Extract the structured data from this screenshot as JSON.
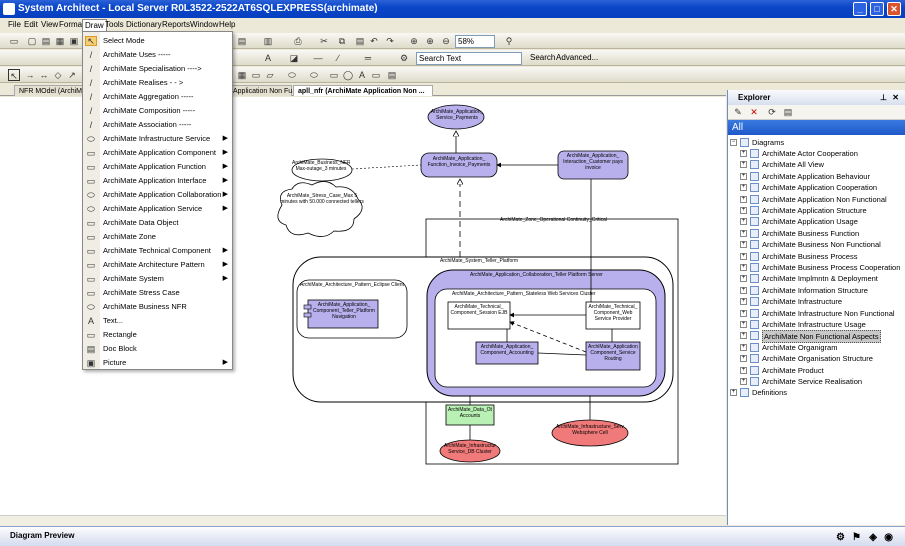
{
  "window": {
    "title": "System Architect - Local Server R0L3522-2522AT6SQLEXPRESS(archimate)",
    "min": "_",
    "max": "□",
    "close": "✕"
  },
  "menubar": [
    "File",
    "Edit",
    "View",
    "Format",
    "Draw",
    "Tools",
    "Dictionary",
    "Reports",
    "Window",
    "Help"
  ],
  "toolbar": {
    "zoom": "58%",
    "search_text": "Search Text",
    "search_label": "Search",
    "advanced_label": "Advanced..."
  },
  "tabs": [
    "NFR MOdel (ArchiMat",
    "Application Non Fu...",
    "apll_nfr (ArchiMate Application Non ..."
  ],
  "draw_menu": [
    {
      "label": "Select Mode",
      "icon": "arrow-icon",
      "sub": false
    },
    {
      "label": "ArchiMate Uses -----",
      "icon": "line-icon",
      "sub": false
    },
    {
      "label": "ArchiMate Specialisation ---->",
      "icon": "line-icon",
      "sub": false
    },
    {
      "label": "ArchiMate Realises - - >",
      "icon": "line-icon",
      "sub": false
    },
    {
      "label": "ArchiMate Aggregation -----",
      "icon": "line-icon",
      "sub": false
    },
    {
      "label": "ArchiMate Composition -----",
      "icon": "line-icon",
      "sub": false
    },
    {
      "label": "ArchiMate Association -----",
      "icon": "line-icon",
      "sub": false
    },
    {
      "label": "ArchiMate Infrastructure Service",
      "icon": "ellipse-icon",
      "sub": true
    },
    {
      "label": "ArchiMate Application Component",
      "icon": "box-icon",
      "sub": true
    },
    {
      "label": "ArchiMate Application Function",
      "icon": "box-icon",
      "sub": true
    },
    {
      "label": "ArchiMate Application Interface",
      "icon": "box-icon",
      "sub": true
    },
    {
      "label": "ArchiMate Application Collaboration",
      "icon": "ellipse-icon",
      "sub": true
    },
    {
      "label": "ArchiMate Application Service",
      "icon": "ellipse-icon",
      "sub": true
    },
    {
      "label": "ArchiMate Data Object",
      "icon": "box-icon",
      "sub": false
    },
    {
      "label": "ArchiMate Zone",
      "icon": "box-icon",
      "sub": false
    },
    {
      "label": "ArchiMate Technical Component",
      "icon": "box-icon",
      "sub": true
    },
    {
      "label": "ArchiMate Architecture Pattern",
      "icon": "box-icon",
      "sub": true
    },
    {
      "label": "ArchiMate System",
      "icon": "box-icon",
      "sub": true
    },
    {
      "label": "ArchiMate Stress Case",
      "icon": "box-icon",
      "sub": false
    },
    {
      "label": "ArchiMate Business NFR",
      "icon": "ellipse-icon",
      "sub": false
    },
    {
      "label": "Text...",
      "icon": "text-icon",
      "sub": false
    },
    {
      "label": "Rectangle",
      "icon": "rect-icon",
      "sub": false
    },
    {
      "label": "Doc Block",
      "icon": "doc-icon",
      "sub": false
    },
    {
      "label": "Picture",
      "icon": "picture-icon",
      "sub": true
    }
  ],
  "explorer": {
    "title": "Explorer",
    "scope": "All",
    "root": "Diagrams",
    "items": [
      "ArchiMate Actor Cooperation",
      "ArchiMate All View",
      "ArchiMate Application Behaviour",
      "ArchiMate Application Cooperation",
      "ArchiMate Application Non Functional",
      "ArchiMate Application Structure",
      "ArchiMate Application Usage",
      "ArchiMate Business Function",
      "ArchiMate Business Non Functional",
      "ArchiMate Business Process",
      "ArchiMate Business Process Cooperation",
      "ArchiMate Implmntn & Deployment",
      "ArchiMate Information Structure",
      "ArchiMate Infrastructure",
      "ArchiMate Infrastructure Non Functional",
      "ArchiMate Infrastructure Usage",
      "ArchiMate Non Functional Aspects",
      "ArchiMate Organigram",
      "ArchiMate Organisation Structure",
      "ArchiMate Product",
      "ArchiMate Service Realisation"
    ],
    "selected_index": 16,
    "definitions": "Definitions"
  },
  "diagram": {
    "app_service": "ArchiMate_Application_ Service_Payments",
    "app_function": "ArchiMate_Application_ Function_Invoice_Payments",
    "app_interaction": "ArchiMate_Application_ Interaction_Customer pays invoice",
    "business_nfr1": "ArchiMate_Business_NFR Max-outage_3 minutes",
    "business_nfr2": "ArchiMate_Stress_Case_Max 5 minutes with 50.000 connected tellers",
    "zone": "ArchiMate_Zone_Operational Continuity_Critical",
    "system": "ArchiMate_System_Teller_Platform",
    "collaboration": "ArchiMate_Application_Collaboration_Teller Platform Server",
    "pattern_client": "ArchiMate_Architecture_Pattern_Eclipse Client",
    "app_comp_nav": "ArchiMate_Application_ Component_Teller_Platform Navigation",
    "pattern_cluster": "ArchiMate_Architecture_Pattern_Stateless Web Services Cluster",
    "tech_session": "ArchiMate_Technical_ Component_Session EJB",
    "tech_web": "ArchiMate_Technical_ Component_Web Service Provider",
    "app_accounting": "ArchiMate_Application_ Component_Accounting",
    "app_routing": "ArchiMate_Application_ Component_Service Routing",
    "data_object": "ArchiMate_Data_Object_ Accounts",
    "infra_db": "ArchiMate_Infrastructure_ Service_DB Cluster",
    "infra_ws": "ArchiMate_Infrastructure_Service_ Websphere Cell"
  },
  "statusbar": {
    "preview_title": "Diagram Preview"
  }
}
